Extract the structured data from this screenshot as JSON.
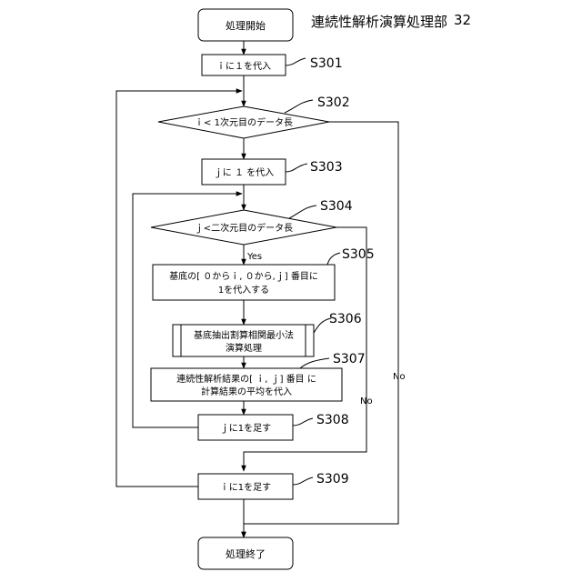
{
  "header": {
    "title": "連続性解析演算処理部",
    "number": "32"
  },
  "nodes": {
    "start": "処理開始",
    "s301": "ｉに１を代入",
    "s302": "ｉ< 1次元目のデータ長",
    "s303": "ｊに １ を代入",
    "s304": "ｊ<二次元目のデータ長",
    "s305_l1": "基底の[ ０からｉ, ０から,ｊ] 番目に",
    "s305_l2": "1を代入する",
    "s306_l1": "基底抽出割算相関最小法",
    "s306_l2": "演算処理",
    "s307_l1": "連続性解析結果の[ ｉ, ｊ] 番目 に",
    "s307_l2": "計算結果の平均を代入",
    "s308": "ｊに1を足す",
    "s309": "ｉに1を足す",
    "end": "処理終了"
  },
  "step_labels": {
    "s301": "S301",
    "s302": "S302",
    "s303": "S303",
    "s304": "S304",
    "s305": "S305",
    "s306": "S306",
    "s307": "S307",
    "s308": "S308",
    "s309": "S309"
  },
  "branch_labels": {
    "yes": "Yes",
    "no_inner": "No",
    "no_outer": "No"
  }
}
